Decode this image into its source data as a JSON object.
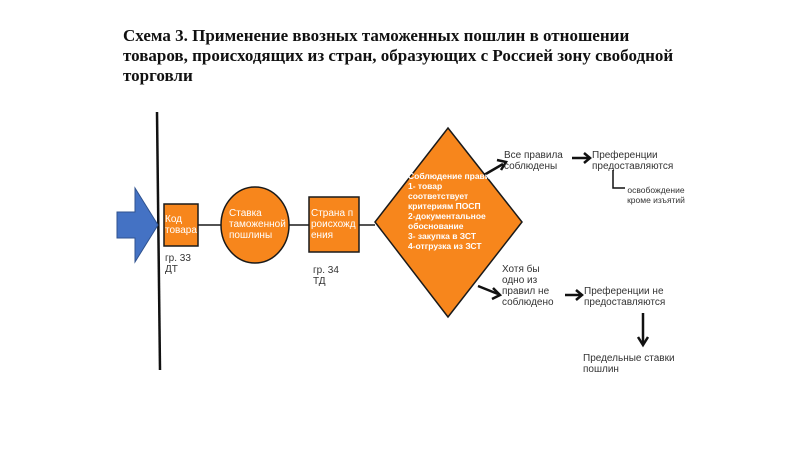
{
  "title": "Схема 3. Применение ввозных таможенных пошлин в отношении товаров, происходящих из стран, образующих с Россией зону свободной торговли",
  "nodes": {
    "code": "Код товара",
    "code_note": "гр. 33 ДТ",
    "rate": "Ставка таможенной пошлины",
    "country": "Страна происхождения",
    "country_note": "гр. 34 ТД",
    "rules": [
      "Соблюдение правил:",
      "1- товар соответствует критериям ПОСП",
      "2-документальное обоснование",
      "3- закупка в ЗСТ",
      "4-отгрузка из ЗСТ"
    ]
  },
  "branches": {
    "yes": "Все правила соблюдены",
    "yes_result": "Преференции предоставляются",
    "yes_note": "освобождение кроме изъятий",
    "no": "Хотя бы одно из правил не соблюдено",
    "no_result": "Преференции не предоставляются",
    "no_final": "Предельные ставки пошлин"
  },
  "colors": {
    "orange": "#F7861C",
    "outline": "#1a1a1a",
    "arrow_blue": "#4472C4"
  }
}
